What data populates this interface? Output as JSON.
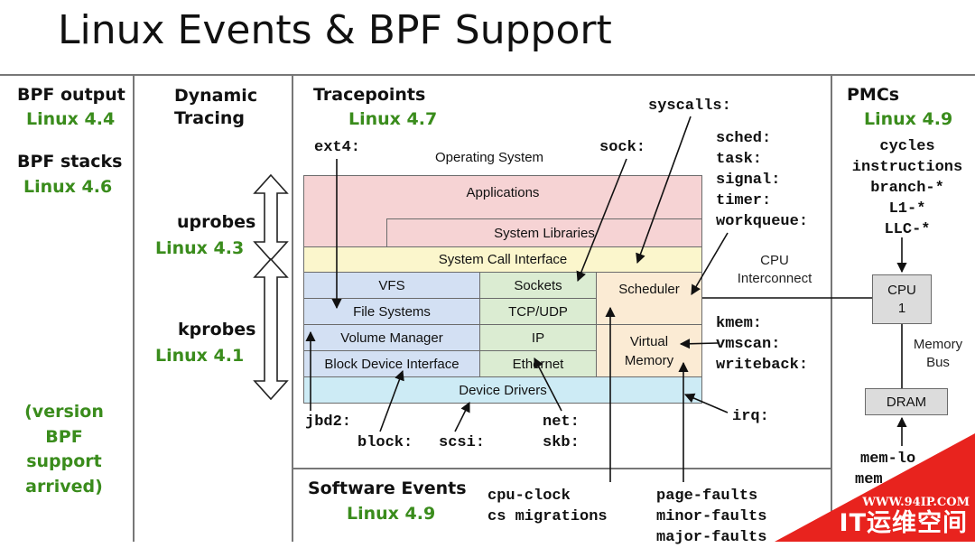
{
  "title": "Linux Events & BPF Support",
  "left": {
    "bpf_output": "BPF output",
    "bpf_output_ver": "Linux 4.4",
    "bpf_stacks": "BPF stacks",
    "bpf_stacks_ver": "Linux 4.6",
    "note": "(version\nBPF\nsupport\narrived)"
  },
  "dynamic": {
    "heading": "Dynamic\nTracing",
    "uprobes": "uprobes",
    "uprobes_ver": "Linux 4.3",
    "kprobes": "kprobes",
    "kprobes_ver": "Linux 4.1"
  },
  "tracepoints": {
    "heading": "Tracepoints",
    "ver": "Linux 4.7",
    "ext4": "ext4:",
    "sock": "sock:",
    "syscalls": "syscalls:",
    "sched_group": "sched:\ntask:\nsignal:\ntimer:\nworkqueue:",
    "mem_group": "kmem:\nvmscan:\nwriteback:",
    "irq": "irq:",
    "jbd2": "jbd2:",
    "block": "block:",
    "scsi": "scsi:",
    "net_skb": "net:\nskb:"
  },
  "os": {
    "label": "Operating System",
    "applications": "Applications",
    "system_libraries": "System Libraries",
    "system_call_interface": "System Call Interface",
    "vfs": "VFS",
    "file_systems": "File Systems",
    "volume_manager": "Volume Manager",
    "block_device_interface": "Block Device Interface",
    "sockets": "Sockets",
    "tcp_udp": "TCP/UDP",
    "ip": "IP",
    "ethernet": "Ethernet",
    "scheduler": "Scheduler",
    "virtual_memory": "Virtual\nMemory",
    "device_drivers": "Device Drivers"
  },
  "hardware": {
    "cpu_interconnect": "CPU\nInterconnect",
    "cpu": "CPU\n1",
    "memory_bus": "Memory\nBus",
    "dram": "DRAM"
  },
  "pmcs": {
    "heading": "PMCs",
    "ver": "Linux 4.9",
    "events": "cycles\ninstructions\nbranch-*\nL1-*\nLLC-*",
    "mem_load": "mem-lo",
    "mem_store": "mem"
  },
  "software": {
    "heading": "Software Events",
    "ver": "Linux 4.9",
    "col1": "cpu-clock\ncs migrations",
    "col2": "page-faults\nminor-faults\nmajor-faults"
  },
  "watermark": {
    "url": "WWW.94IP.COM",
    "brand": "IT运维空间",
    "color": "#e8231e"
  }
}
